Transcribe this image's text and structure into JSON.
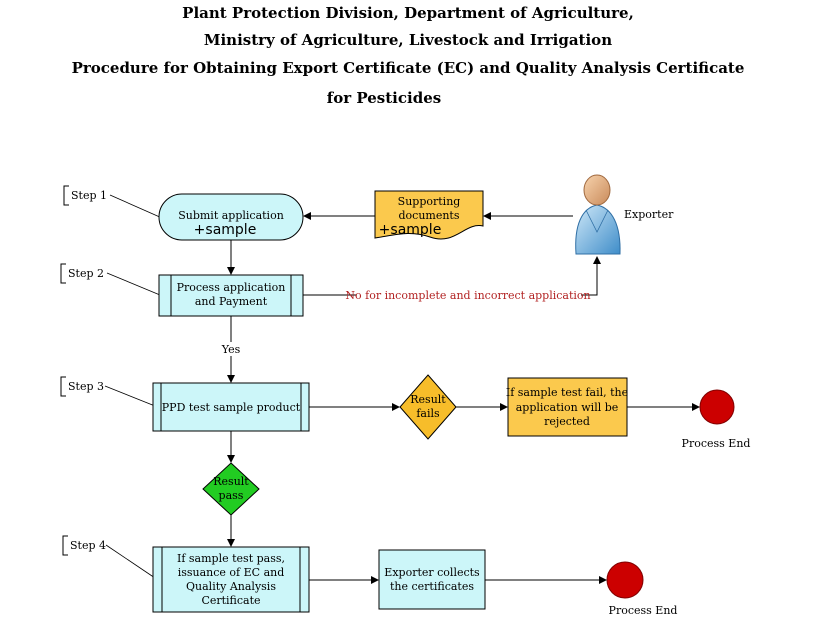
{
  "title": {
    "line1": "Plant Protection Division, Department of Agriculture,",
    "line2": "Ministry of Agriculture, Livestock and Irrigation",
    "line3": "Procedure for Obtaining Export Certificate (EC) and Quality Analysis Certificate",
    "line4": "for Pesticides"
  },
  "steps": {
    "step1": "Step 1",
    "step2": "Step 2",
    "step3": "Step 3",
    "step4": "Step 4"
  },
  "nodes": {
    "submit": {
      "line1": "Submit application",
      "line2": "+sample"
    },
    "supporting": {
      "line1": "Supporting",
      "line2": "documents",
      "line3": "+sample"
    },
    "exporter": "Exporter",
    "process": {
      "line1": "Process application",
      "line2": "and Payment"
    },
    "ppd_test": "PPD test sample product",
    "result_fails": {
      "line1": "Result",
      "line2": "fails"
    },
    "fail_box": {
      "line1": "If sample test fail, the",
      "line2": "application will be",
      "line3": "rejected"
    },
    "result_pass": {
      "line1": "Result",
      "line2": "pass"
    },
    "pass_box": {
      "line1": "If sample test pass,",
      "line2": "issuance of EC and",
      "line3": "Quality Analysis",
      "line4": "Certificate"
    },
    "collect": {
      "line1": "Exporter collects",
      "line2": "the certificates"
    },
    "end1": "Process End",
    "end2": "Process End"
  },
  "edges": {
    "no_label": "No for incomplete and incorrect application",
    "yes_label": "Yes"
  },
  "colors": {
    "light_cyan": "#ccf6f9",
    "orange": "#fbc94d",
    "gold_diamond": "#f7bd2a",
    "green": "#22cc22",
    "red_end": "#cc0000",
    "red_text": "#b22222"
  }
}
